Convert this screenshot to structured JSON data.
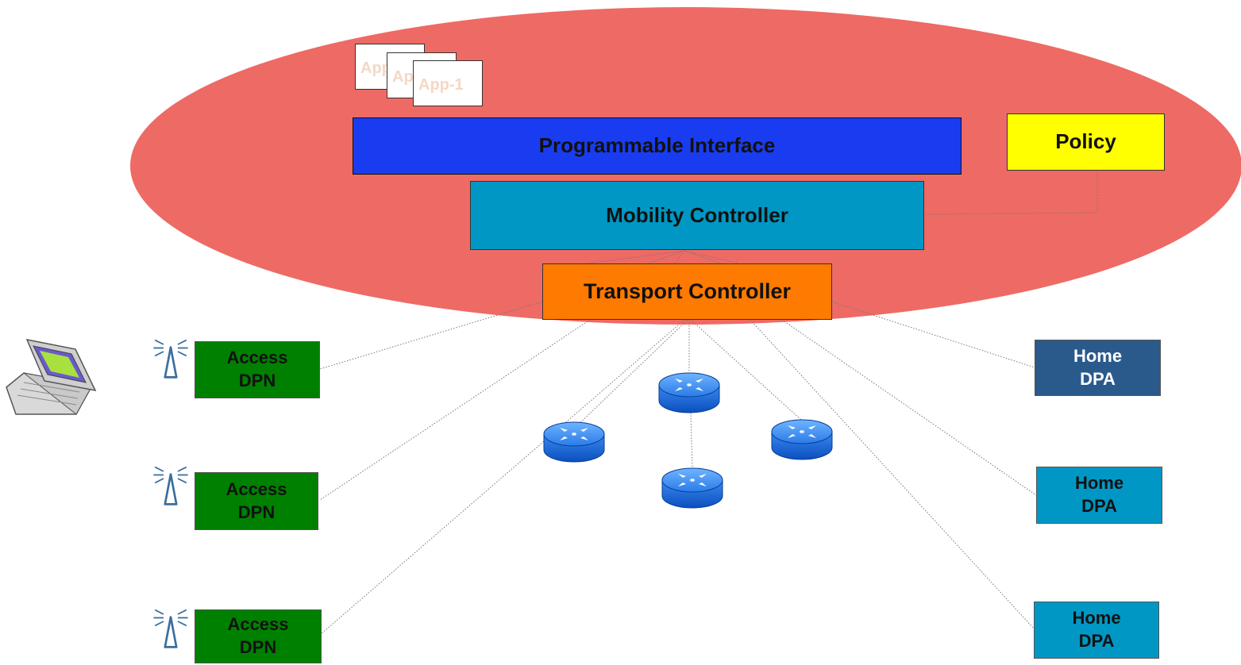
{
  "apps": [
    "App",
    "App",
    "App-1"
  ],
  "programmable_interface": "Programmable Interface",
  "policy": "Policy",
  "mobility_controller": "Mobility Controller",
  "transport_controller": "Transport Controller",
  "access_nodes": [
    {
      "line1": "Access",
      "line2": "DPN"
    },
    {
      "line1": "Access",
      "line2": "DPN"
    },
    {
      "line1": "Access",
      "line2": "DPN"
    }
  ],
  "home_nodes": [
    {
      "line1": "Home",
      "line2": "DPA"
    },
    {
      "line1": "Home",
      "line2": "DPA"
    },
    {
      "line1": "Home",
      "line2": "DPA"
    }
  ],
  "icons": {
    "laptop": "laptop-icon",
    "antenna": "antenna-icon",
    "router": "router-icon"
  },
  "colors": {
    "ellipse": "#ee6a65",
    "programmable_interface": "#1a3cf0",
    "policy": "#ffff00",
    "mobility_controller": "#0097c4",
    "transport_controller": "#ff7a00",
    "access_dpn": "#008000",
    "home_dpa_dark": "#2a5a8c",
    "home_dpa": "#0097c4"
  }
}
